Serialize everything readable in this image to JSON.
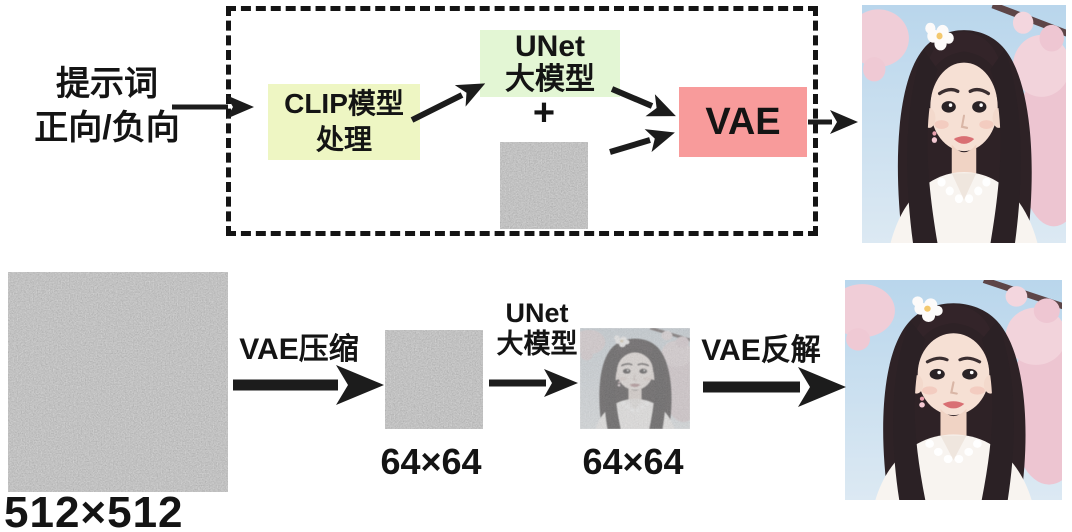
{
  "top_flow": {
    "prompt_label": {
      "line1": "提示词",
      "line2": "正向/负向"
    },
    "clip_box": {
      "line1": "CLIP模型",
      "line2": "处理"
    },
    "unet_box": {
      "line1": "UNet",
      "line2": "大模型"
    },
    "plus_sign": "+",
    "vae_box": {
      "label": "VAE"
    }
  },
  "bottom_flow": {
    "noise_input_size": "512×512",
    "vae_compress_label": "VAE压缩",
    "latent_size": "64×64",
    "unet_label": {
      "line1": "UNet",
      "line2": "大模型"
    },
    "denoised_size": "64×64",
    "vae_decode_label": "VAE反解"
  },
  "colors": {
    "clip_box_bg": "#eef6c3",
    "unet_box_bg": "#e3f6d4",
    "vae_box_bg": "#f89b9b",
    "arrow_color": "#1c1c1c",
    "dashed_border_color": "#141414"
  }
}
